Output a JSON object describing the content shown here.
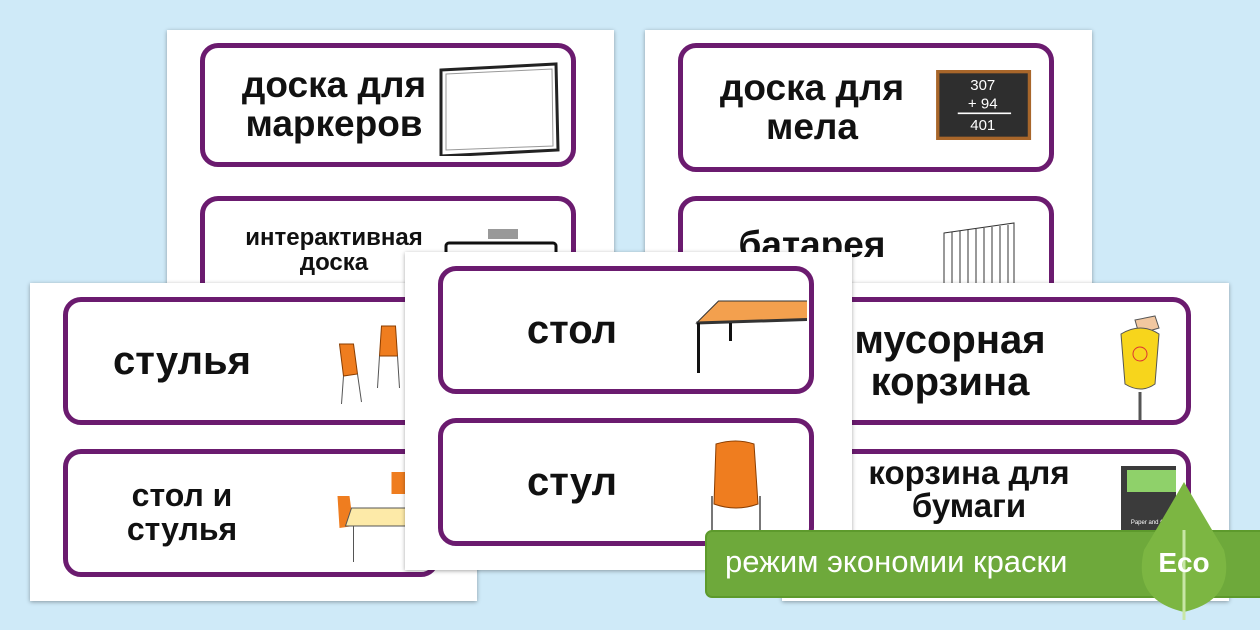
{
  "cards": {
    "whiteboard": "доска для маркеров",
    "chalkboard": "доска для мела",
    "chalkboard_sum": [
      "307",
      "+ 94",
      "401"
    ],
    "interactive": "интерактивная доска",
    "radiator": "батарея",
    "chairs": "стулья",
    "table_chairs": "стол и стулья",
    "table": "стол",
    "chair": "стул",
    "bin": "мусорная корзина",
    "paper_bin": "корзина для бумаги",
    "paper_bin_sign": "Paper and Card"
  },
  "banner": {
    "text": "режим экономии краски",
    "badge": "Eco"
  },
  "colors": {
    "background": "#cfeaf8",
    "card_border": "#6b1b6f",
    "banner": "#6ea93b"
  }
}
